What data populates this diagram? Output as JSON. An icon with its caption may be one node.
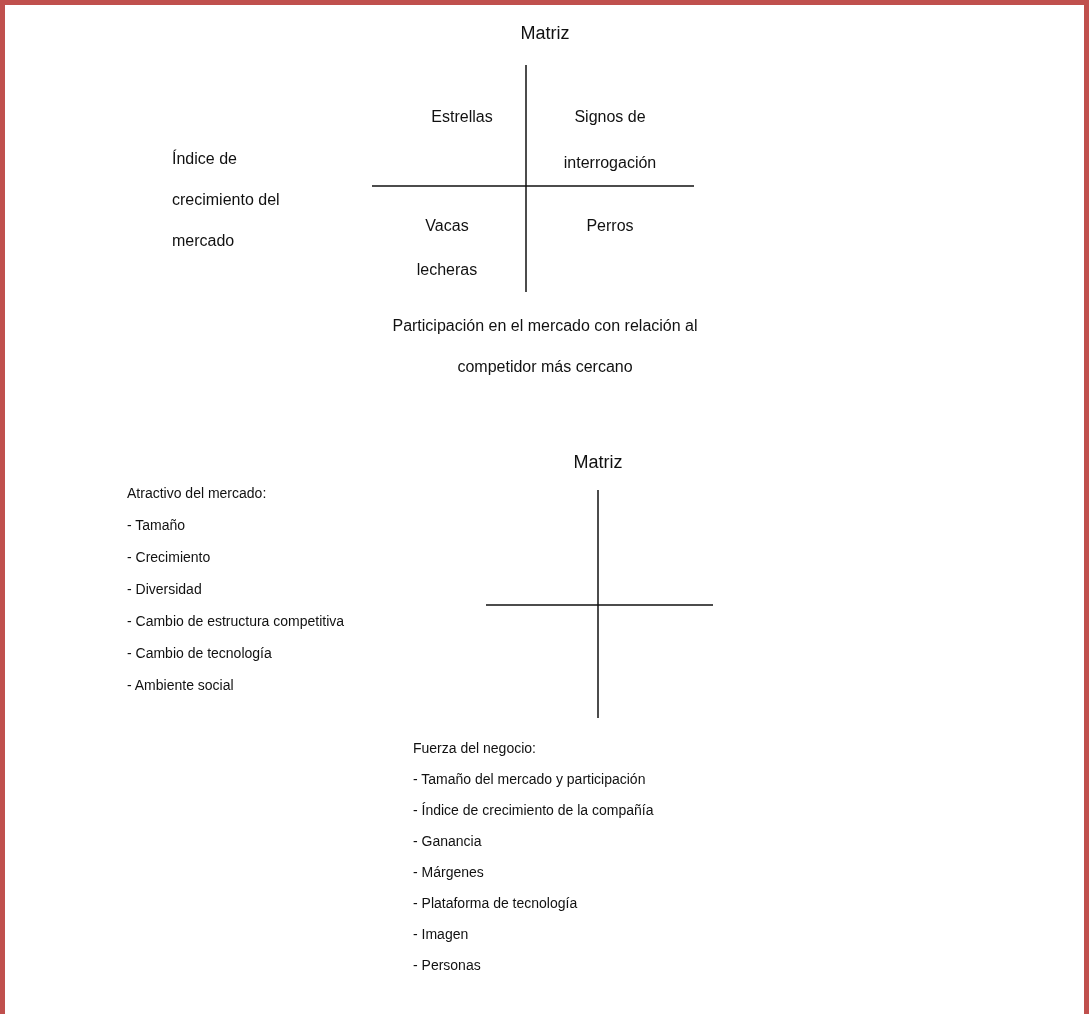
{
  "diagram": {
    "labels": [
      "Matriz",
      "Estrellas",
      "Signos de interrogación",
      "Índice de crecimiento del mercado",
      "Vacas lecheras",
      "Perros",
      "Participación en el mercado con relación al competidor más cercano",
      "Matriz",
      "Atractivo del mercado:",
      "- Tamaño",
      "- Crecimiento",
      "- Diversidad",
      "- Cambio de estructura competitiva",
      "- Cambio de tecnología",
      "- Ambiente social",
      "Fuerza del negocio:",
      "- Tamaño del mercado y participación",
      "- Índice de crecimiento de la compañía",
      "- Ganancia",
      "- Márgenes",
      "- Plataforma de tecnología",
      "- Imagen",
      "- Personas"
    ]
  }
}
